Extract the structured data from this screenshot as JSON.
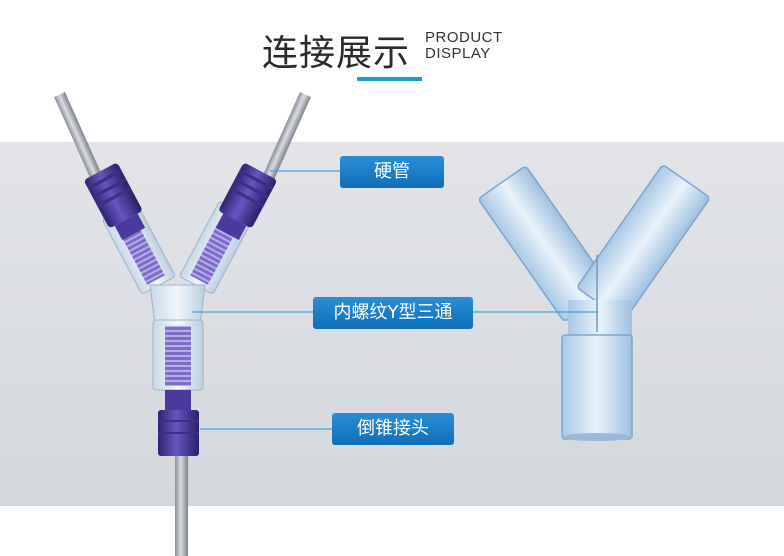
{
  "header": {
    "title_cn": "连接展示",
    "title_en_line1": "PRODUCT",
    "title_en_line2": "DISPLAY"
  },
  "callouts": {
    "hard_tube": "硬管",
    "y_tee": "内螺纹Y型三通",
    "barb_connector": "倒锥接头"
  },
  "colors": {
    "accent": "#1a9ad6",
    "label_bg": "#1a7fc8",
    "nut": "#4a3a96",
    "band": "#dcdee2"
  },
  "icons": [
    "y-connector-assembly-illustration",
    "y-tee-fitting-illustration"
  ]
}
